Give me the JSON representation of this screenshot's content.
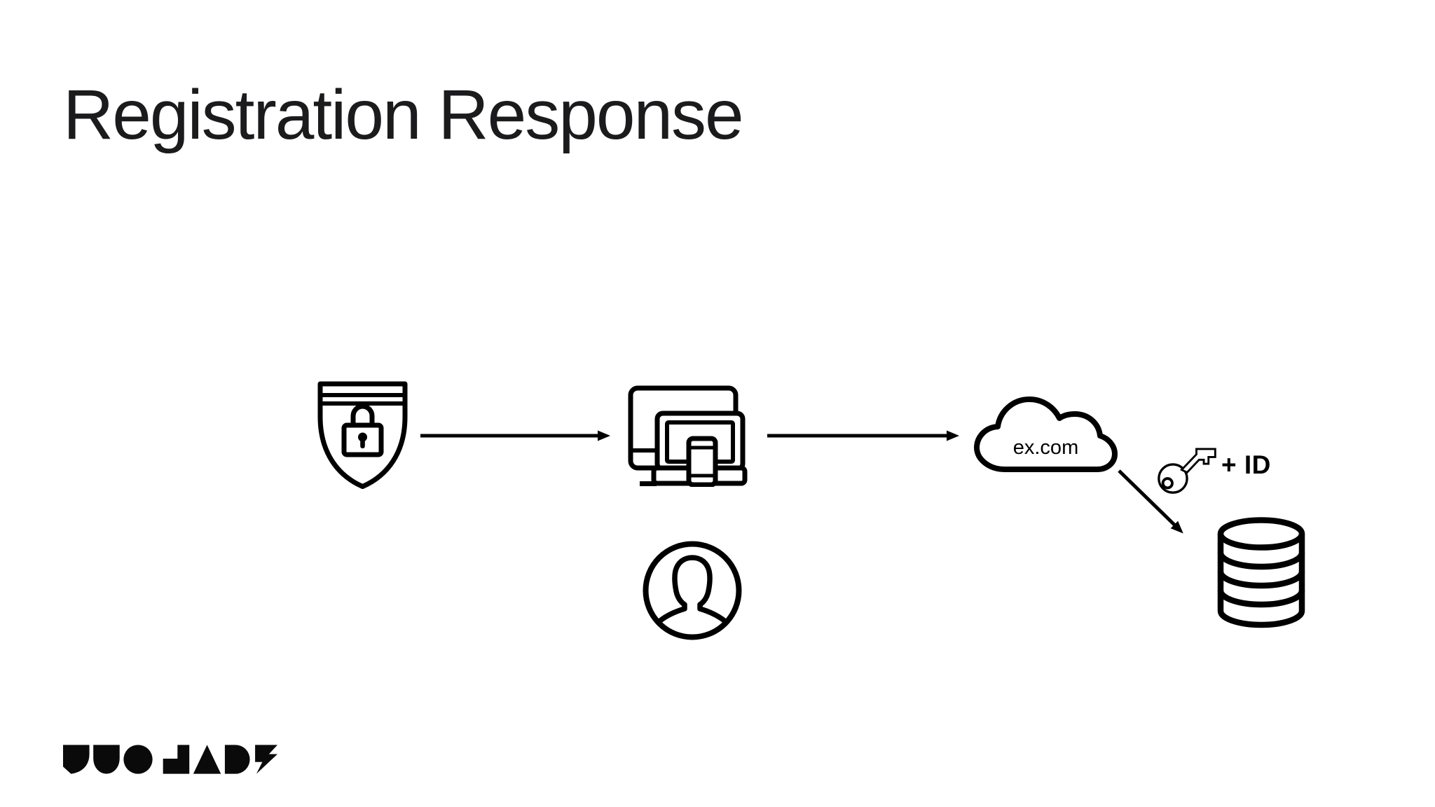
{
  "slide": {
    "title": "Registration Response",
    "background_color": "#ffffff",
    "ink_color": "#000000",
    "title_color": "#1b1b1d"
  },
  "diagram": {
    "cloud_label": "ex.com",
    "key_label": "+ ID",
    "nodes": [
      {
        "id": "authenticator",
        "icon": "shield-lock-icon"
      },
      {
        "id": "client-devices",
        "icon": "devices-icon"
      },
      {
        "id": "user",
        "icon": "user-avatar-icon"
      },
      {
        "id": "relying-party-cloud",
        "icon": "cloud-icon",
        "label": "ex.com"
      },
      {
        "id": "credential-key",
        "icon": "key-icon",
        "label": "+ ID"
      },
      {
        "id": "credential-database",
        "icon": "database-icon"
      }
    ],
    "arrows": [
      {
        "from": "authenticator",
        "to": "client-devices",
        "direction": "right"
      },
      {
        "from": "client-devices",
        "to": "relying-party-cloud",
        "direction": "right"
      },
      {
        "from": "relying-party-cloud",
        "to": "credential-database",
        "direction": "down-right"
      }
    ]
  },
  "footer": {
    "logo_text": "DUO LABS"
  }
}
